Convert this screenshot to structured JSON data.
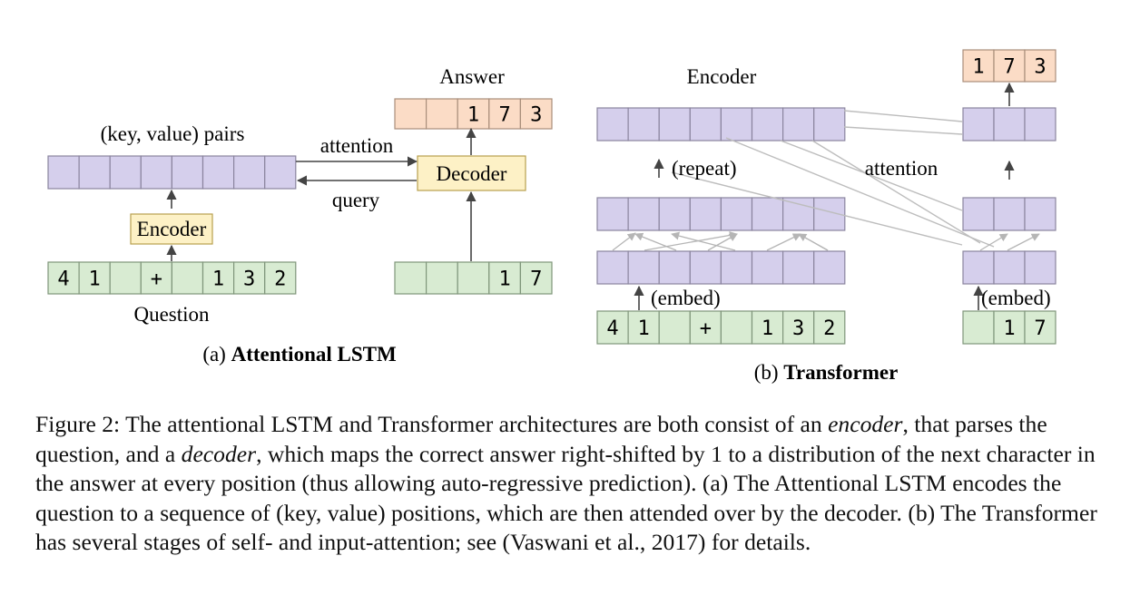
{
  "colors": {
    "purple_cell": "#d5cfec",
    "purple_border": "#8a849e",
    "green_cell": "#d8ebd2",
    "green_border": "#7f957a",
    "orange_cell": "#fbdcc6",
    "orange_border": "#a98e7b",
    "box_fill": "#fdf1c6",
    "box_border": "#b79f4e",
    "line": "#bdbdbd",
    "arrow": "#444444"
  },
  "panel_a": {
    "answer_title": "Answer",
    "answer_cells": [
      "",
      "",
      "1",
      "7",
      "3"
    ],
    "pairs_label": "(key, value) pairs",
    "pairs_cell_count": 8,
    "attention_label": "attention",
    "query_label": "query",
    "decoder_label": "Decoder",
    "encoder_label": "Encoder",
    "question_cells": [
      "4",
      "1",
      "",
      "+",
      "",
      "1",
      "3",
      "2"
    ],
    "decoder_input_cells": [
      "",
      "",
      "",
      "1",
      "7"
    ],
    "question_label": "Question",
    "subcaption_prefix": "(a) ",
    "subcaption_bold": "Attentional LSTM"
  },
  "panel_b": {
    "encoder_title": "Encoder",
    "output_cells": [
      "1",
      "7",
      "3"
    ],
    "repeat_label": "(repeat)",
    "attention_label": "attention",
    "embed_label": "(embed)",
    "input_cells": [
      "4",
      "1",
      "",
      "+",
      "",
      "1",
      "3",
      "2"
    ],
    "decoder_input_cells": [
      "",
      "1",
      "7"
    ],
    "subcaption_prefix": "(b) ",
    "subcaption_bold": "Transformer"
  },
  "caption": {
    "p1": "Figure 2: The attentional LSTM and Transformer architectures are both consist of an ",
    "em1": "encoder",
    "p2": ", that parses the question, and a ",
    "em2": "decoder",
    "p3": ", which maps the correct answer right-shifted by 1 to a distribution of the next character in the answer at every position (thus allowing auto-regressive prediction). (a) The Attentional LSTM encodes the question to a sequence of (key, value) positions, which are then attended over by the decoder. (b) The Transformer has several stages of self- and input-attention; see (Vaswani et al., 2017) for details."
  }
}
